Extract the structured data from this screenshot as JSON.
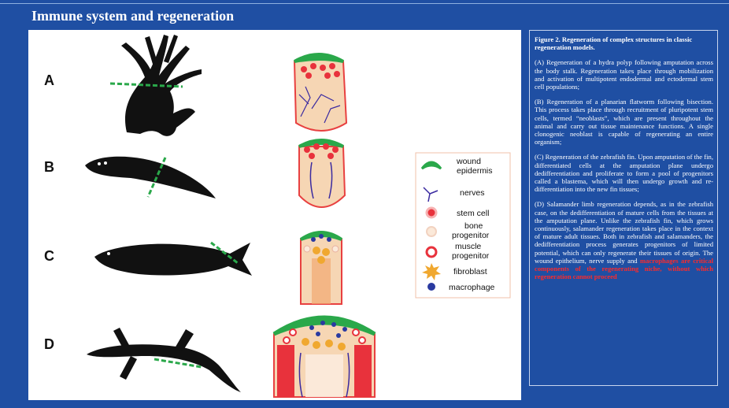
{
  "header": {
    "title": "Immune system and regeneration"
  },
  "figure": {
    "labels": [
      "A",
      "B",
      "C",
      "D"
    ],
    "legend": [
      {
        "label": "wound\nepidermis",
        "icon": "wound-epidermis-icon",
        "color": "#2aa84a"
      },
      {
        "label": "nerves",
        "icon": "nerves-icon",
        "color": "#3a2aa0"
      },
      {
        "label": "stem cell",
        "icon": "stem-cell-icon",
        "color": "#e8323c"
      },
      {
        "label": "bone\nprogenitor",
        "icon": "bone-progenitor-icon",
        "color": "#f6e8d6"
      },
      {
        "label": "muscle\nprogenitor",
        "icon": "muscle-progenitor-icon",
        "color": "#e8323c"
      },
      {
        "label": "fibroblast",
        "icon": "fibroblast-icon",
        "color": "#f0a830"
      },
      {
        "label": "macrophage",
        "icon": "macrophage-icon",
        "color": "#2a3aa0"
      }
    ]
  },
  "caption": {
    "title": "Figure 2. Regeneration of complex structures in classic regeneration models.",
    "paragraphs": [
      "(A) Regeneration of a hydra polyp following amputation across the body stalk. Regeneration takes place through mobilization and activation of multipotent endodermal and ectodermal stem cell populations;",
      "(B) Regeneration of a planarian flatworm following bisection. This process takes place through recruitment of pluripotent stem cells, termed “neoblasts”, which are present throughout the animal and carry out tissue maintenance functions. A single clonogenic neoblast is capable of regenerating an entire organism;",
      "(C) Regeneration of the zebrafish fin. Upon amputation of the fin, differentiated cells at the amputation plane undergo dedifferentiation and proliferate to form a pool of progenitors called a blastema, which will then undergo growth and re-differentiation into the new fin tissues;"
    ],
    "last_paragraph": "(D) Salamander limb regeneration depends, as in the zebrafish case, on the dedifferentiation of mature cells from the tissues at the amputation plane. Unlike the zebrafish fin, which grows continuously, salamander regeneration takes place in the context of mature adult tissues. Both in zebrafish and salamanders, the dedifferentiation process generates progenitors of limited potential, which can only regenerate their tissues of origin. The wound epithelium, nerve supply and",
    "highlight": "macrophages are critical components of the regenerating niche, without which regeneration cannot proceed"
  }
}
